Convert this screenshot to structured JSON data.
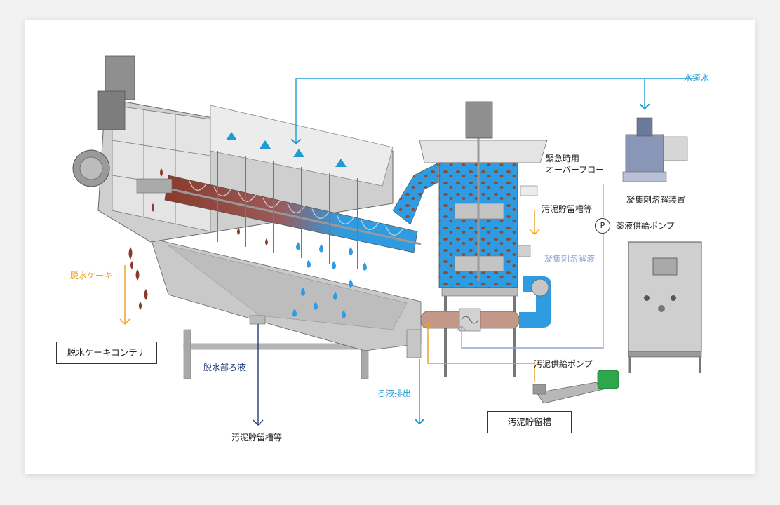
{
  "labels": {
    "tap_water": "水道水",
    "emergency_overflow_line1": "緊急時用",
    "emergency_overflow_line2": "オーバーフロー",
    "coagulant_dissolver": "凝集剤溶解装置",
    "sludge_storage_etc_right": "汚泥貯留槽等",
    "chemical_pump_symbol": "P",
    "chemical_feed_pump": "薬液供給ポンプ",
    "coagulant_solution": "凝集剤溶解液",
    "dewatered_cake": "脱水ケーキ",
    "cake_container": "脱水ケーキコンテナ",
    "dewatering_filtrate": "脱水部ろ液",
    "filtrate_discharge": "ろ液排出",
    "sludge_feed_pump": "汚泥供給ポンプ",
    "sludge_storage_tank": "汚泥貯留槽",
    "sludge_storage_etc_bottom": "汚泥貯留槽等"
  },
  "colors": {
    "water": "#1e9ad6",
    "sludge": "#e8a020",
    "filtrate": "#223a7a",
    "coagulant": "#9aa4d8",
    "machine": "#9a9a9a",
    "tank_blue": "#2f9be0",
    "sludge_brown": "#8a3a2a"
  }
}
